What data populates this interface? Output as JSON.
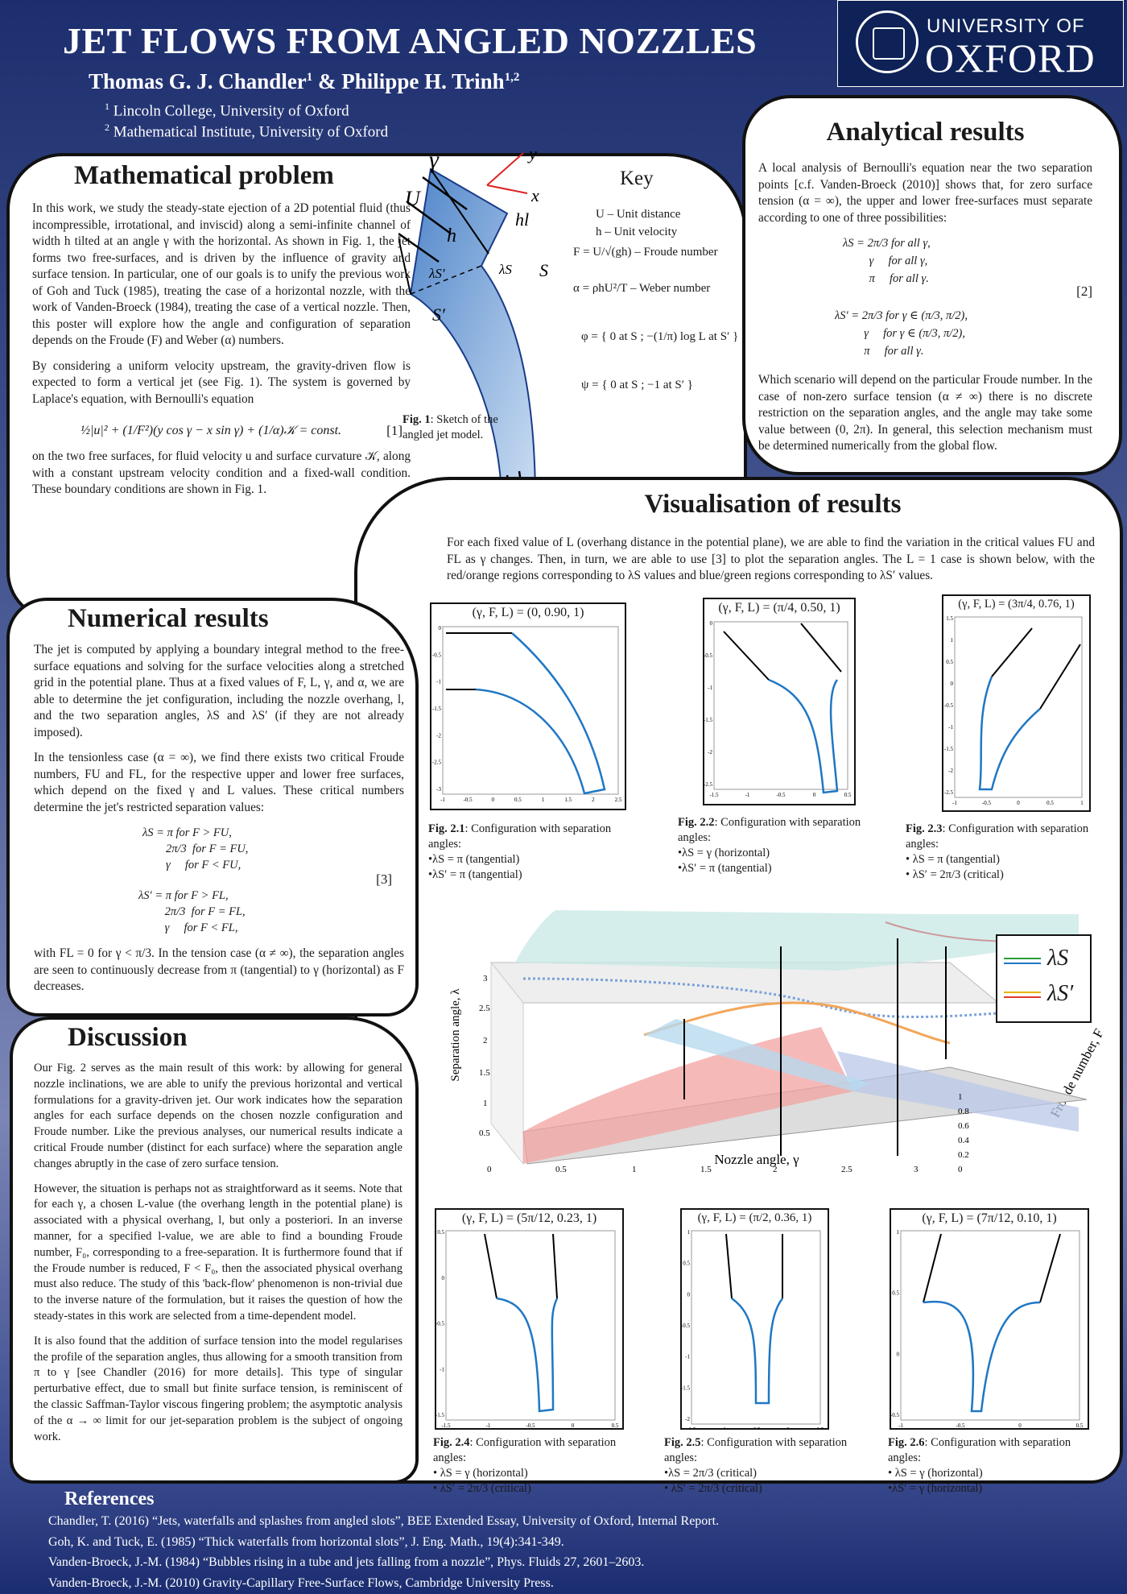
{
  "header": {
    "title": "JET FLOWS FROM ANGLED NOZZLES",
    "author1": "Thomas G. J. Chandler",
    "sup1": "1",
    "join": " & ",
    "author2": "Philippe H. Trinh",
    "sup2": "1,2",
    "affil1_sup": "1",
    "affil1": "Lincoln College, University of Oxford",
    "affil2_sup": "2",
    "affil2": "Mathematical Institute, University of Oxford",
    "logo_top": "UNIVERSITY OF",
    "logo_main": "OXFORD"
  },
  "math": {
    "heading": "Mathematical problem",
    "p1": "In this work, we study the steady-state ejection of a 2D potential fluid (thus incompressible, irrotational, and inviscid) along a semi-infinite channel of width h tilted at an angle γ with the horizontal. As shown in Fig. 1, the jet forms two free-surfaces, and is driven by the influence of gravity and surface tension. In particular, one of our goals is to unify the previous work of Goh and Tuck (1985), treating the case of a horizontal nozzle, with the work of Vanden-Broeck (1984), treating the case of a vertical nozzle. Then, this poster will explore how the angle and configuration of separation depends on the Froude (F) and Weber (α) numbers.",
    "p2": "By considering a uniform velocity upstream, the gravity-driven flow is expected to form a vertical jet (see Fig. 1). The system is governed by Laplace's equation, with Bernoulli's equation",
    "eq1": "½|u|² + (1/F²)(y cos γ − x sin γ) + (1/α)𝒦 = const.",
    "eq1_num": "[1]",
    "p3": "on the two free surfaces, for fluid velocity u and surface curvature 𝒦, along with a constant upstream velocity condition and a fixed-wall condition. These boundary conditions are shown in Fig. 1."
  },
  "fig1": {
    "cap_b": "Fig. 1",
    "cap": ": Sketch of the angled jet model.",
    "g": "γ",
    "y": "y",
    "x": "x",
    "U": "U",
    "h": "h",
    "hl": "hl",
    "lS": "λS",
    "lSp": "λS′",
    "S": "S",
    "Sp": "S′"
  },
  "key": {
    "heading": "Key",
    "rows": [
      "U  –  Unit distance",
      "h  –  Unit velocity",
      "F = U/√(gh)  –  Froude number",
      "α = ρhU²/T  –  Weber number",
      "φ = { 0 at S ; −(1/π) log L at S′ }",
      "ψ = { 0 at S ; −1 at S′ }"
    ]
  },
  "analytical": {
    "heading": "Analytical results",
    "p1": "A local analysis of Bernoulli's equation near the two separation points [c.f. Vanden-Broeck (2010)] shows that, for zero surface tension (α = ∞), the upper and lower free-surfaces must separate according to one of three possibilities:",
    "eqS": [
      "λS = 2π/3   for all γ,",
      "         γ     for all γ,",
      "         π     for all γ."
    ],
    "eqSp": [
      "λS′ = 2π/3   for γ ∈ (π/3, π/2),",
      "          γ     for γ ∈ (π/3, π/2),",
      "          π     for all γ."
    ],
    "eq_num": "[2]",
    "p2": "Which scenario will depend on the particular Froude number. In the case of non-zero surface tension (α ≠ ∞) there is no discrete restriction on the separation angles, and the angle may take some value between (0, 2π). In general, this selection mechanism must be determined numerically from the global flow."
  },
  "numerical": {
    "heading": "Numerical results",
    "p1": "The jet is computed by applying a boundary integral method to the free-surface equations and solving for the surface velocities along a stretched grid in the potential plane. Thus at a fixed values of F, L, γ, and α, we are able to determine the jet configuration, including the nozzle overhang, l, and the two separation angles, λS and λS′ (if they are not already imposed).",
    "p2": "In the tensionless case (α = ∞), we find there exists two critical Froude numbers, FU and FL, for the respective upper and lower free surfaces, which depend on the fixed γ and L values. These critical numbers determine the jet's restricted separation values:",
    "eqS": [
      "λS = π     for F > FU,",
      "        2π/3  for F = FU,",
      "        γ     for F < FU,"
    ],
    "eqSp": [
      "λS′ = π     for F > FL,",
      "         2π/3  for F = FL,",
      "         γ     for F < FL,"
    ],
    "eq_num": "[3]",
    "p3": "with FL = 0 for γ < π/3. In the tension case (α ≠ ∞), the separation angles are seen to continuously decrease from π (tangential) to γ (horizontal) as F decreases."
  },
  "discussion": {
    "heading": "Discussion",
    "p1": "Our Fig. 2 serves as the main result of this work: by allowing for general nozzle inclinations, we are able to unify the previous horizontal and vertical formulations for a gravity-driven jet. Our work indicates how the separation angles for each surface depends on the chosen nozzle configuration and Froude number. Like the previous analyses, our numerical results indicate a critical Froude number (distinct for each surface) where the separation angle changes abruptly in the case of zero surface tension.",
    "p2": "However, the situation is perhaps not as straightforward as it seems. Note that for each γ, a chosen L-value (the overhang length in the potential plane) is associated with a physical overhang, l, but only a posteriori. In an inverse manner, for a specified l-value, we are able to find a bounding Froude number, F₀, corresponding to a free-separation. It is furthermore found that if the Froude number is reduced, F < F₀, then the associated physical overhang must also reduce. The study of this 'back-flow' phenomenon is non-trivial due to the inverse nature of the formulation, but it raises the question of how the steady-states in this work are selected from a time-dependent model.",
    "p3": "It is also found that the addition of surface tension into the model regularises the profile of the separation angles, thus allowing for a smooth transition from π to γ [see Chandler (2016) for more details]. This type of singular perturbative effect, due to small but finite surface tension, is reminiscent of the classic Saffman-Taylor viscous fingering problem; the asymptotic analysis of the α → ∞ limit for our jet-separation problem is the subject of ongoing work."
  },
  "visual": {
    "heading": "Visualisation of results",
    "intro": "For each fixed value of L (overhang distance in the potential plane), we are able to find the variation in the critical values FU and FL as γ changes. Then, in turn, we are able to use [3] to plot the separation angles. The L = 1 case is shown below, with the red/orange regions corresponding to λS values and blue/green regions corresponding to λS′ values.",
    "legend": [
      "λS",
      "λS′"
    ],
    "zlabel": "Separation angle, λ",
    "xlabel": "Nozzle angle, γ",
    "ylabel": "Froude number, F",
    "zticks": [
      "0.5",
      "1",
      "1.5",
      "2",
      "2.5",
      "3"
    ],
    "xticks": [
      "0",
      "0.5",
      "1",
      "1.5",
      "2",
      "2.5",
      "3"
    ],
    "yticks": [
      "0",
      "0.2",
      "0.4",
      "0.6",
      "0.8",
      "1"
    ]
  },
  "subfigs": [
    {
      "title": "(γ, F, L) = (0, 0.90, 1)",
      "cap_b": "Fig. 2.1",
      "cap": ": Configuration with separation angles:",
      "b1": "•λS = π (tangential)",
      "b2": "•λS′ = π (tangential)",
      "xt": [
        "-1",
        "-0.5",
        "0",
        "0.5",
        "1",
        "1.5",
        "2",
        "2.5"
      ],
      "yt": [
        "0",
        "-0.5",
        "-1",
        "-1.5",
        "-2",
        "-2.5",
        "-3"
      ]
    },
    {
      "title": "(γ, F, L) = (π/4, 0.50, 1)",
      "cap_b": "Fig. 2.2",
      "cap": ": Configuration with separation angles:",
      "b1": "•λS = γ (horizontal)",
      "b2": "•λS′ = π (tangential)",
      "xt": [
        "-1.5",
        "-1",
        "-0.5",
        "0",
        "0.5"
      ],
      "yt": [
        "0",
        "-0.5",
        "-1",
        "-1.5",
        "-2",
        "-2.5"
      ]
    },
    {
      "title": "(γ, F, L) = (3π/4, 0.76, 1)",
      "cap_b": "Fig. 2.3",
      "cap": ": Configuration with separation angles:",
      "b1": "• λS = π (tangential)",
      "b2": "• λS′ = 2π/3 (critical)",
      "xt": [
        "-1",
        "-0.5",
        "0",
        "0.5",
        "1"
      ],
      "yt": [
        "1.5",
        "1",
        "0.5",
        "0",
        "-0.5",
        "-1",
        "-1.5",
        "-2",
        "-2.5"
      ]
    },
    {
      "title": "(γ, F, L) = (5π/12, 0.23, 1)",
      "cap_b": "Fig. 2.4",
      "cap": ": Configuration with separation angles:",
      "b1": "• λS = γ (horizontal)",
      "b2": "• λS′ = 2π/3 (critical)",
      "xt": [
        "-1.5",
        "-1",
        "-0.5",
        "0",
        "0.5"
      ],
      "yt": [
        "0.5",
        "0",
        "-0.5",
        "-1",
        "-1.5"
      ]
    },
    {
      "title": "(γ, F, L) = (π/2, 0.36, 1)",
      "cap_b": "Fig. 2.5",
      "cap": ": Configuration with separation angles:",
      "b1": "•λS = 2π/3 (critical)",
      "b2": "• λS′ = 2π/3 (critical)",
      "xt": [
        "-1.5",
        "-1",
        "-0.5",
        "0",
        "0.5"
      ],
      "yt": [
        "1",
        "0.5",
        "0",
        "-0.5",
        "-1",
        "-1.5",
        "-2"
      ]
    },
    {
      "title": "(γ, F, L) = (7π/12, 0.10, 1)",
      "cap_b": "Fig. 2.6",
      "cap": ": Configuration with separation angles:",
      "b1": "• λS = γ (horizontal)",
      "b2": "•λS′ = γ (horizontal)",
      "xt": [
        "-1",
        "-0.5",
        "0",
        "0.5"
      ],
      "yt": [
        "1",
        "0.5",
        "0",
        "-0.5"
      ]
    }
  ],
  "references": {
    "heading": "References",
    "items": [
      "Chandler, T. (2016) “Jets, waterfalls and splashes from angled slots”, BEE Extended Essay, University of Oxford, Internal Report.",
      "Goh, K. and Tuck, E. (1985) “Thick waterfalls from horizontal slots”, J. Eng. Math., 19(4):341-349.",
      "Vanden-Broeck, J.-M. (1984) “Bubbles rising in a tube and jets falling from a nozzle”, Phys. Fluids 27, 2601–2603.",
      "Vanden-Broeck, J.-M. (2010) Gravity-Capillary Free-Surface Flows, Cambridge University Press."
    ]
  }
}
